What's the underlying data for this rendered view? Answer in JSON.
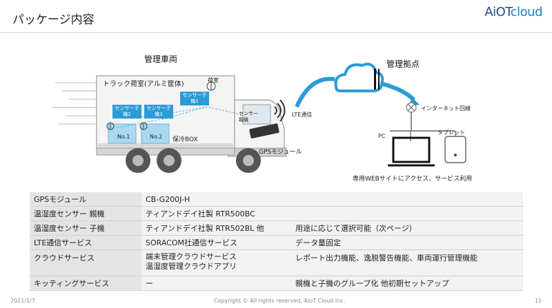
{
  "header": {
    "title": "パッケージ内容",
    "logo": {
      "main": "AiOT",
      "accent": "cloud"
    }
  },
  "diagram": {
    "vehicle_title": "管理車両",
    "base_title": "管理拠点",
    "cargo_label": "トラック荷室(アルミ筐体)",
    "room_label": "荷室",
    "child1": "センサー子機1",
    "child2": "センサー子機2",
    "child3": "センサー子機3",
    "box1": "No.1",
    "box2": "No.2",
    "cold_box": "保冷BOX",
    "parent": "センサー親機",
    "gps": "GPSモジュール",
    "lte": "LTE通信",
    "internet": "インターネット回線",
    "pc": "PC",
    "tablet": "タブレット",
    "web": "専用WEBサイトにアクセス、サービス利用"
  },
  "table": {
    "rows": [
      {
        "item": "GPSモジュール",
        "product": "CB-G200J-H",
        "note": ""
      },
      {
        "item": "温湿度センサー 親機",
        "product": "ティアンドデイ社製 RTR500BC",
        "note": ""
      },
      {
        "item": "温湿度センサー 子機",
        "product": "ティアンドデイ社製 RTR502BL 他",
        "note": "用途に応じて選択可能（次ページ）"
      },
      {
        "item": "LTE通信サービス",
        "product": "SORACOM社通信サービス",
        "note": "データ量固定"
      },
      {
        "item": "クラウドサービス",
        "product": "端末管理クラウドサービス",
        "product2": "温湿度管理クラウドアプリ",
        "note": "レポート出力機能、逸脱警告機能、車両運行管理機能"
      },
      {
        "item": "キッティングサービス",
        "product": "ー",
        "note": "親機と子機のグループ化 他初期セットアップ"
      }
    ]
  },
  "footer": {
    "date": "2021/1/7",
    "copyright": "Copyright © All rights reserved, AIoT Cloud Inc.",
    "page": "11"
  },
  "colors": {
    "accent_blue": "#2b9bd6",
    "sensor_blue": "#2b9bd6",
    "box_blue": "#a9d8f0"
  }
}
